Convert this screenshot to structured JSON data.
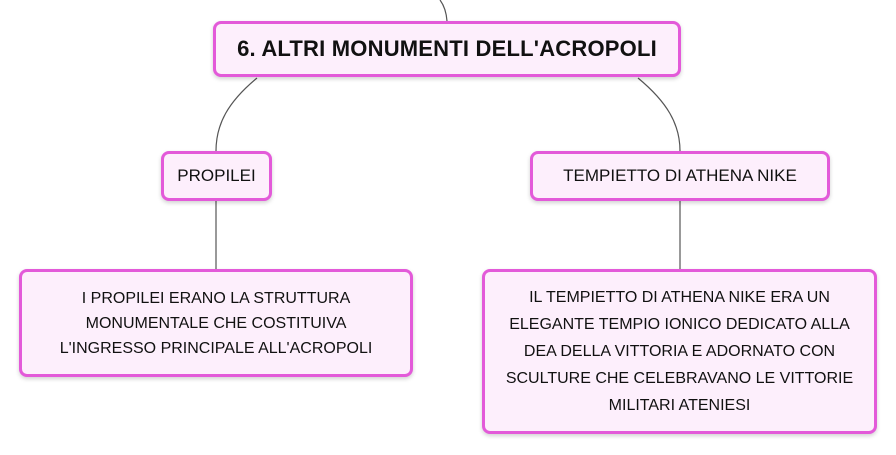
{
  "diagram": {
    "title": "6. ALTRI MONUMENTI DELL'ACROPOLI",
    "branches": [
      {
        "label": "PROPILEI",
        "description": "I PROPILEI ERANO LA STRUTTURA MONUMENTALE CHE COSTITUIVA L'INGRESSO PRINCIPALE ALL'ACROPOLI"
      },
      {
        "label": "TEMPIETTO DI ATHENA NIKE",
        "description": "IL TEMPIETTO DI ATHENA NIKE ERA UN ELEGANTE TEMPIO IONICO DEDICATO ALLA DEA DELLA VITTORIA E ADORNATO CON SCULTURE CHE CELEBRAVANO LE VITTORIE MILITARI ATENIESI"
      }
    ]
  },
  "colors": {
    "node_border": "#e35ad9",
    "node_fill": "#fdeffc",
    "connector": "#555555",
    "text": "#111111"
  }
}
